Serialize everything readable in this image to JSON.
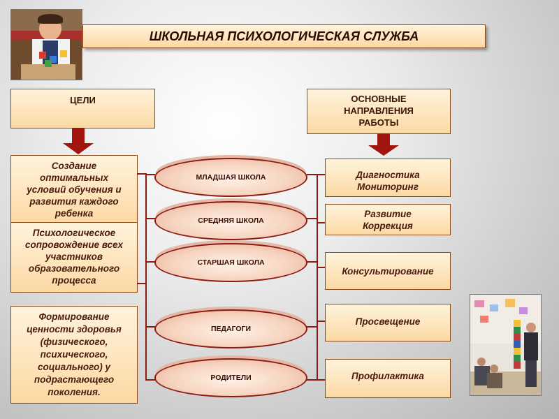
{
  "title": "ШКОЛЬНАЯ ПСИХОЛОГИЧЕСКАЯ СЛУЖБА",
  "left_header": "ЦЕЛИ",
  "right_header_lines": [
    "ОСНОВНЫЕ",
    "НАПРАВЛЕНИЯ",
    "РАБОТЫ"
  ],
  "goals": [
    [
      "Создание",
      "оптимальных",
      "условий обучения и",
      "развития каждого",
      "ребенка"
    ],
    [
      "Психологическое",
      "сопровождение всех",
      "участников",
      "образовательного",
      "процесса"
    ],
    [
      "Формирование",
      "ценности здоровья",
      "(физического,",
      "психического,",
      "социального) у",
      "подрастающего",
      "поколения."
    ]
  ],
  "groups": [
    "МЛАДШАЯ ШКОЛА",
    "СРЕДНЯЯ ШКОЛА",
    "СТАРШАЯ ШКОЛА",
    "ПЕДАГОГИ",
    "РОДИТЕЛИ"
  ],
  "directions": [
    [
      "Диагностика",
      "Мониторинг"
    ],
    [
      "Развитие",
      "Коррекция"
    ],
    [
      "Консультирование"
    ],
    [
      "Просвещение"
    ],
    [
      "Профилактика"
    ]
  ]
}
